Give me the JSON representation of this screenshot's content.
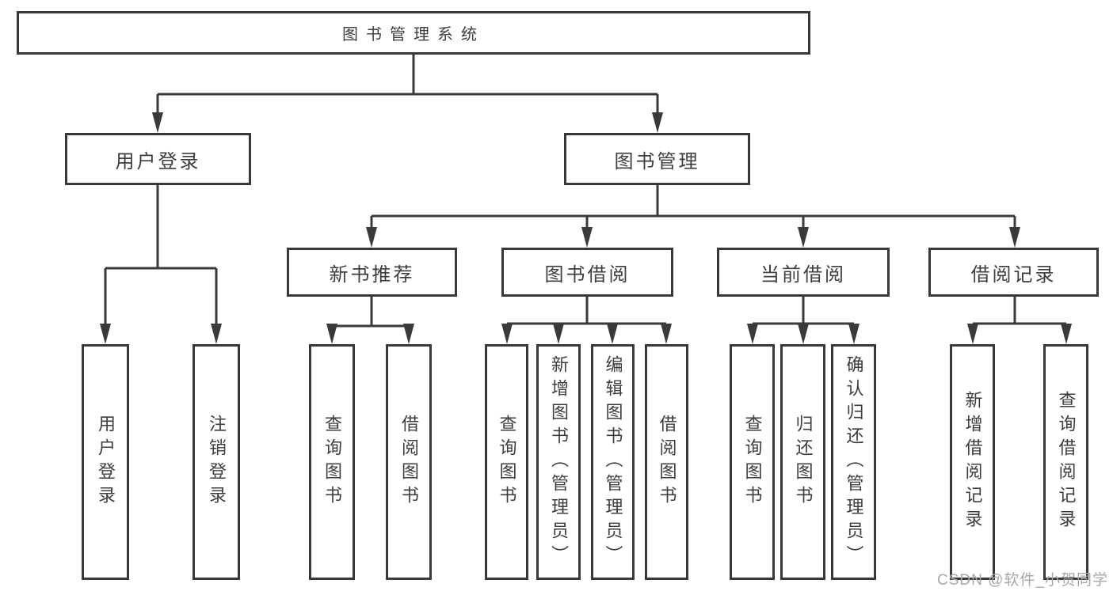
{
  "diagram": {
    "root": {
      "label": "图书管理系统"
    },
    "level2": [
      {
        "label": "用户登录"
      },
      {
        "label": "图书管理"
      }
    ],
    "level3": [
      {
        "label": "新书推荐",
        "parent": "图书管理"
      },
      {
        "label": "图书借阅",
        "parent": "图书管理"
      },
      {
        "label": "当前借阅",
        "parent": "图书管理"
      },
      {
        "label": "借阅记录",
        "parent": "图书管理"
      }
    ],
    "leaves": [
      {
        "label": "用户登录",
        "parent": "用户登录"
      },
      {
        "label": "注销登录",
        "parent": "用户登录"
      },
      {
        "label": "查询图书",
        "parent": "新书推荐"
      },
      {
        "label": "借阅图书",
        "parent": "新书推荐"
      },
      {
        "label": "查询图书",
        "parent": "图书借阅"
      },
      {
        "label": "新增图书（管理员）",
        "parent": "图书借阅"
      },
      {
        "label": "编辑图书（管理员）",
        "parent": "图书借阅"
      },
      {
        "label": "借阅图书",
        "parent": "图书借阅"
      },
      {
        "label": "查询图书",
        "parent": "当前借阅"
      },
      {
        "label": "归还图书",
        "parent": "当前借阅"
      },
      {
        "label": "确认归还（管理员）",
        "parent": "当前借阅"
      },
      {
        "label": "新增借阅记录",
        "parent": "借阅记录"
      },
      {
        "label": "查询借阅记录",
        "parent": "借阅记录"
      }
    ],
    "watermark": "CSDN @软件_小贺同学",
    "colors": {
      "line": "#3a3a3a",
      "border": "#383838",
      "text": "#3d3d3d",
      "watermark": "#a8a8a8",
      "background": "#ffffff"
    }
  }
}
